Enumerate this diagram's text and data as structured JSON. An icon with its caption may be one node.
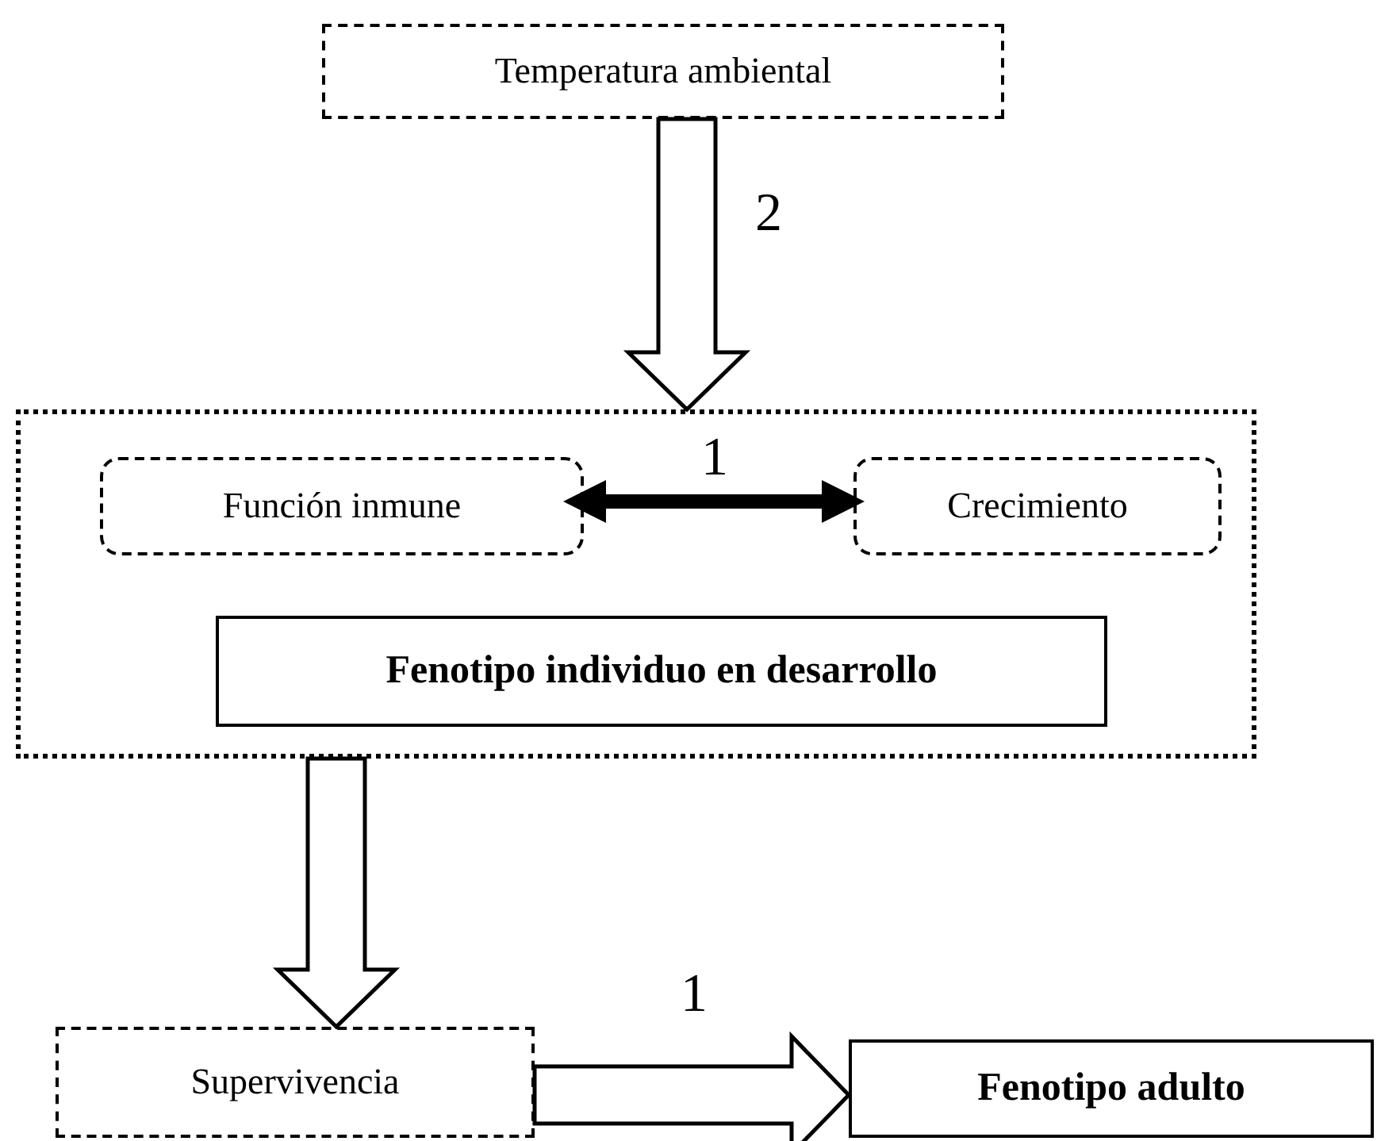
{
  "diagram": {
    "nodes": [
      {
        "text": [
          "Temperatura ambiental"
        ]
      },
      {
        "text": [],
        "shape": "box"
      },
      {
        "text": [
          "Función inmune"
        ],
        "in": 1
      },
      {
        "text": [
          "Crecimiento"
        ],
        "in": 1
      },
      {
        "text": [
          "Fenotipo individuo en desarrollo"
        ],
        "in": 1
      },
      {
        "text": [
          "Supervivencia"
        ]
      },
      {
        "text": [
          "Fenotipo adulto"
        ]
      }
    ],
    "edges": [
      {
        "from": 0,
        "to": 1,
        "arrow": "to",
        "label": "2",
        "style": "thick"
      },
      {
        "from": 2,
        "to": 3,
        "arrow": "both",
        "label": "1"
      },
      {
        "from": 1,
        "to": 5,
        "arrow": "to",
        "style": "thick"
      },
      {
        "from": 5,
        "to": 6,
        "arrow": "to",
        "label": "1",
        "style": "thick"
      }
    ]
  }
}
